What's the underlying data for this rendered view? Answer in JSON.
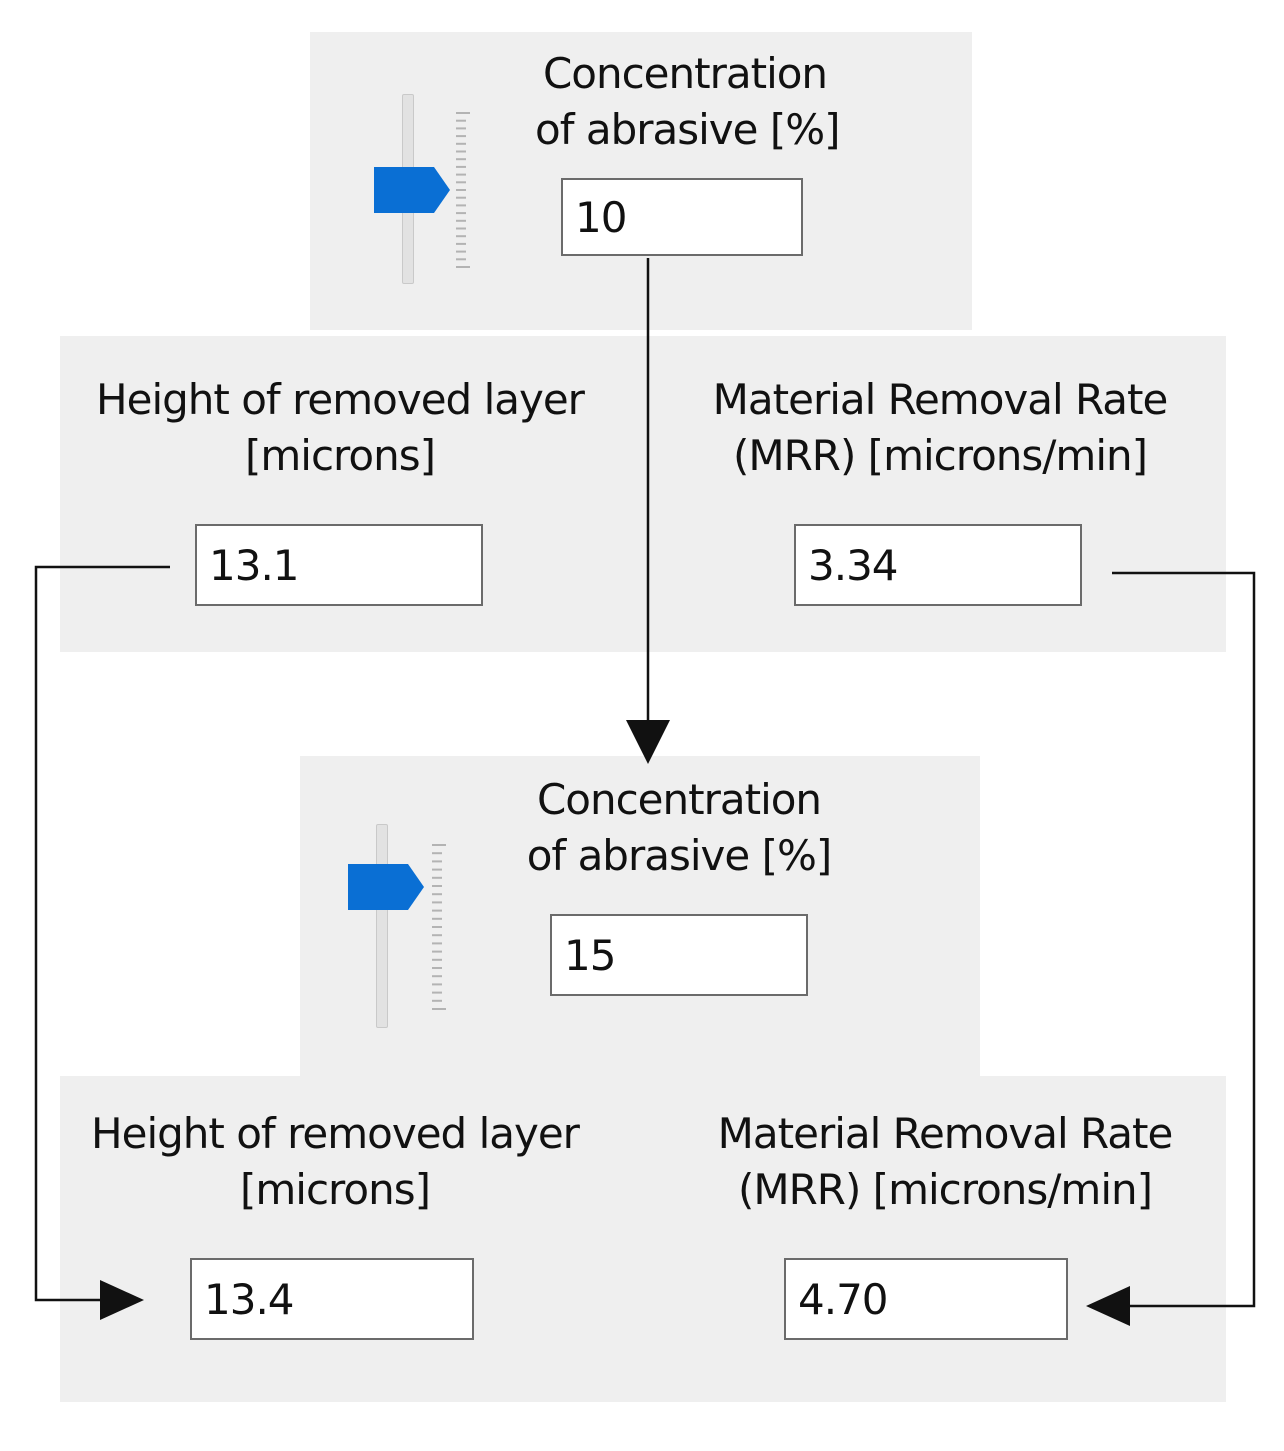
{
  "accent_color": "#0a6fd4",
  "initial": {
    "concentration": {
      "label_line1": "Concentration",
      "label_line2": "of abrasive [%]",
      "value": "10",
      "slider_level": 0.5
    },
    "height": {
      "label_line1": "Height of removed layer",
      "label_line2": "[microns]",
      "value": "13.1"
    },
    "mrr": {
      "label_line1": "Material Removal Rate",
      "label_line2": "(MRR) [microns/min]",
      "value": "3.34"
    }
  },
  "updated": {
    "concentration": {
      "label_line1": "Concentration",
      "label_line2": "of abrasive [%]",
      "value": "15",
      "slider_level": 0.7
    },
    "height": {
      "label_line1": "Height of removed layer",
      "label_line2": "[microns]",
      "value": "13.4"
    },
    "mrr": {
      "label_line1": "Material Removal Rate",
      "label_line2": "(MRR) [microns/min]",
      "value": "4.70"
    }
  }
}
